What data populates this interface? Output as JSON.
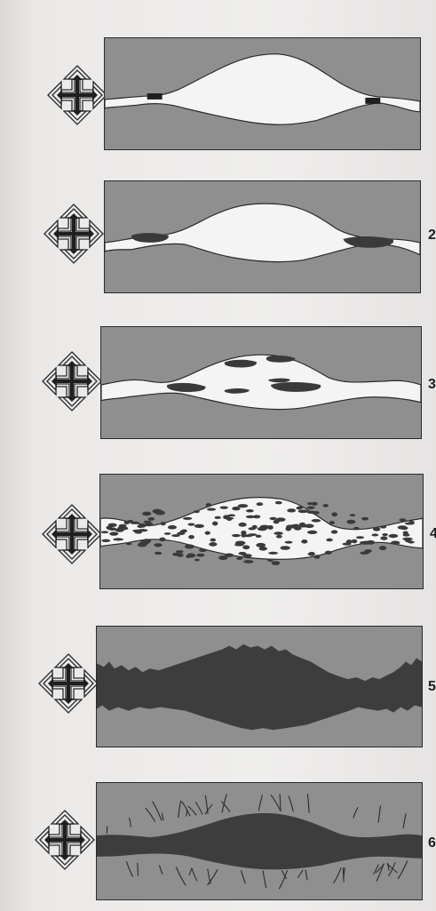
{
  "figure": {
    "stages": [
      {
        "number": "",
        "icon": "four-way-arrows-icon"
      },
      {
        "number": "2",
        "icon": "four-way-arrows-icon"
      },
      {
        "number": "3",
        "icon": "four-way-arrows-icon"
      },
      {
        "number": "4",
        "icon": "four-way-arrows-icon"
      },
      {
        "number": "5",
        "icon": "four-way-arrows-icon"
      },
      {
        "number": "6",
        "icon": "four-way-arrows-icon"
      }
    ],
    "colors": {
      "bone": "#8f8f8f",
      "gap": "#f4f4f4",
      "callus": "#3a3a3a",
      "outline": "#2a2a2a",
      "page": "#e9e7e6"
    }
  }
}
